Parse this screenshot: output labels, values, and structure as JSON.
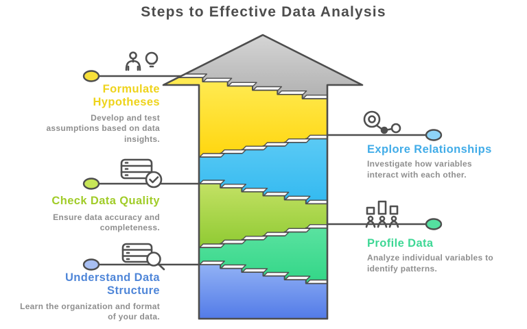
{
  "title": {
    "text": "Steps to Effective Data Analysis",
    "color": "#4d4d4d"
  },
  "description_color": "#8e8e8e",
  "arrow": {
    "outline": "#4d4d4d",
    "head_top": "#dadada",
    "head_bottom": "#aeaeae",
    "step_cap": "#fafafa"
  },
  "steps": [
    {
      "id": "formulate-hypotheses",
      "side": "left",
      "label": "Formulate Hypotheses",
      "description": "Develop and test assumptions based on data insights.",
      "label_color": "#eed31b",
      "segment_top": "#ffeb55",
      "segment_bottom": "#ffd60e",
      "dot_color": "#f7e03a",
      "icon": "person-idea-icon"
    },
    {
      "id": "explore-relationships",
      "side": "right",
      "label": "Explore Relationships",
      "description": "Investigate how variables interact with each other.",
      "label_color": "#41ace8",
      "segment_top": "#5dcbf5",
      "segment_bottom": "#30b8f0",
      "dot_color": "#8ed4f7",
      "icon": "network-icon"
    },
    {
      "id": "check-data-quality",
      "side": "left",
      "label": "Check Data Quality",
      "description": "Ensure data accuracy and completeness.",
      "label_color": "#a1cc29",
      "segment_top": "#c3e164",
      "segment_bottom": "#8fca32",
      "dot_color": "#c7e558",
      "icon": "database-check-icon"
    },
    {
      "id": "profile-data",
      "side": "right",
      "label": "Profile Data",
      "description": "Analyze individual variables to identify patterns.",
      "label_color": "#3ed795",
      "segment_top": "#5de3a2",
      "segment_bottom": "#2fd585",
      "dot_color": "#54dfa0",
      "icon": "people-bars-icon"
    },
    {
      "id": "understand-data-structure",
      "side": "left",
      "label": "Understand Data Structure",
      "description": "Learn the organization and format of your data.",
      "label_color": "#4f86d8",
      "segment_top": "#91b1f5",
      "segment_bottom": "#4d76e6",
      "dot_color": "#a8bff2",
      "icon": "database-search-icon"
    }
  ]
}
